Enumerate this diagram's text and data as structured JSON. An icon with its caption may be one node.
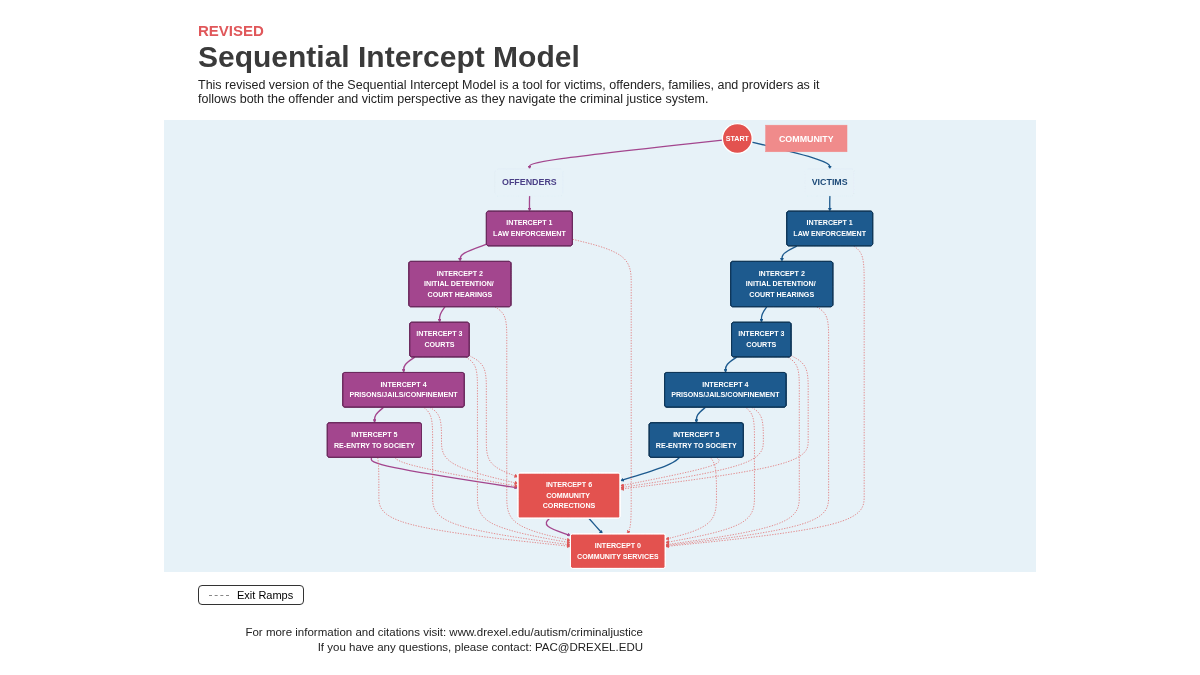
{
  "diagram": {
    "title": "Sequential Intercept Model",
    "nodes": [
      {
        "text": [
          "START"
        ]
      },
      {
        "text": [
          "INTERCEPT 0",
          "COMMUNITY SERVICES"
        ]
      },
      {
        "text": [
          "COMMUNITY"
        ]
      },
      {
        "text": [
          "INTERCEPT 6",
          "COMMUNITY CORRECTIONS"
        ]
      },
      {
        "text": [
          "OFFENDERS"
        ]
      },
      {
        "text": [
          "INTERCEPT 1",
          "LAW ENFORCEMENT"
        ]
      },
      {
        "text": [
          "INTERCEPT 2",
          "INITIAL DETENTION/ COURT HEARINGS"
        ]
      },
      {
        "text": [
          "INTERCEPT 3",
          "COURTS"
        ]
      },
      {
        "text": [
          "INTERCEPT 4",
          "PRISONS/JAILS/CONFINEMENT"
        ]
      },
      {
        "text": [
          "INTERCEPT 5",
          "RE-ENTRY TO SOCIETY"
        ]
      },
      {
        "text": [
          "VICTIMS"
        ]
      },
      {
        "text": [
          "INTERCEPT 1",
          "LAW ENFORCEMENT"
        ]
      },
      {
        "text": [
          "INTERCEPT 2",
          "INITIAL DETENTION/ COURT HEARINGS"
        ]
      },
      {
        "text": [
          "INTERCEPT 3",
          "COURTS"
        ]
      },
      {
        "text": [
          "INTERCEPT 4",
          "PRISONS/JAILS/CONFINEMENT"
        ]
      },
      {
        "text": [
          "INTERCEPT 5",
          "RE-ENTRY TO SOCIETY"
        ]
      }
    ],
    "edges": [
      {
        "from": 0,
        "to": 4,
        "arrow": "to",
        "color": "#a3468e"
      },
      {
        "from": 0,
        "to": 10,
        "arrow": "to",
        "color": "#1d5a8e"
      },
      {
        "from": 4,
        "to": 5,
        "arrow": "to",
        "color": "#a3468e"
      },
      {
        "from": 5,
        "to": 6,
        "arrow": "to",
        "color": "#a3468e"
      },
      {
        "from": 6,
        "to": 7,
        "arrow": "to",
        "color": "#a3468e"
      },
      {
        "from": 7,
        "to": 8,
        "arrow": "to",
        "color": "#a3468e"
      },
      {
        "from": 8,
        "to": 9,
        "arrow": "to",
        "color": "#a3468e"
      },
      {
        "from": 9,
        "to": 3,
        "arrow": "to",
        "color": "#a3468e"
      },
      {
        "from": 3,
        "to": 1,
        "arrow": "to",
        "color": "#a3468e"
      },
      {
        "from": 10,
        "to": 11,
        "arrow": "to",
        "color": "#1d5a8e"
      },
      {
        "from": 11,
        "to": 12,
        "arrow": "to",
        "color": "#1d5a8e"
      },
      {
        "from": 12,
        "to": 13,
        "arrow": "to",
        "color": "#1d5a8e"
      },
      {
        "from": 13,
        "to": 14,
        "arrow": "to",
        "color": "#1d5a8e"
      },
      {
        "from": 14,
        "to": 15,
        "arrow": "to",
        "color": "#1d5a8e"
      },
      {
        "from": 15,
        "to": 3,
        "arrow": "to",
        "color": "#1d5a8e"
      },
      {
        "from": 3,
        "to": 1,
        "arrow": "to",
        "color": "#1d5a8e"
      },
      {
        "from": 5,
        "to": 1,
        "arrow": "to",
        "style": "dashed"
      },
      {
        "from": 6,
        "to": 1,
        "arrow": "to",
        "style": "dashed"
      },
      {
        "from": 7,
        "to": 1,
        "arrow": "to",
        "style": "dashed"
      },
      {
        "from": 7,
        "to": 3,
        "arrow": "to",
        "style": "dashed"
      },
      {
        "from": 8,
        "to": 1,
        "arrow": "to",
        "style": "dashed"
      },
      {
        "from": 8,
        "to": 3,
        "arrow": "to",
        "style": "dashed"
      },
      {
        "from": 9,
        "to": 1,
        "arrow": "to",
        "style": "dashed"
      },
      {
        "from": 9,
        "to": 3,
        "arrow": "to",
        "style": "dashed"
      },
      {
        "from": 11,
        "to": 1,
        "arrow": "to",
        "style": "dashed"
      },
      {
        "from": 12,
        "to": 1,
        "arrow": "to",
        "style": "dashed"
      },
      {
        "from": 13,
        "to": 1,
        "arrow": "to",
        "style": "dashed"
      },
      {
        "from": 13,
        "to": 3,
        "arrow": "to",
        "style": "dashed"
      },
      {
        "from": 14,
        "to": 1,
        "arrow": "to",
        "style": "dashed"
      },
      {
        "from": 14,
        "to": 3,
        "arrow": "to",
        "style": "dashed"
      },
      {
        "from": 15,
        "to": 1,
        "arrow": "to",
        "style": "dashed"
      },
      {
        "from": 15,
        "to": 3,
        "arrow": "to",
        "style": "dashed"
      }
    ],
    "labels": [
      "REVISED",
      "This revised version of the Sequential Intercept Model is a tool for victims, offenders, families, and providers as it follows both the offender and victim perspective as they navigate the criminal justice system.",
      "For more information and citations visit: www.drexel.edu/autism/criminaljustice",
      "If you have any questions, please contact: PAC@DREXEL.EDU"
    ],
    "legend": [
      {
        "text": "Exit Ramps"
      }
    ]
  }
}
